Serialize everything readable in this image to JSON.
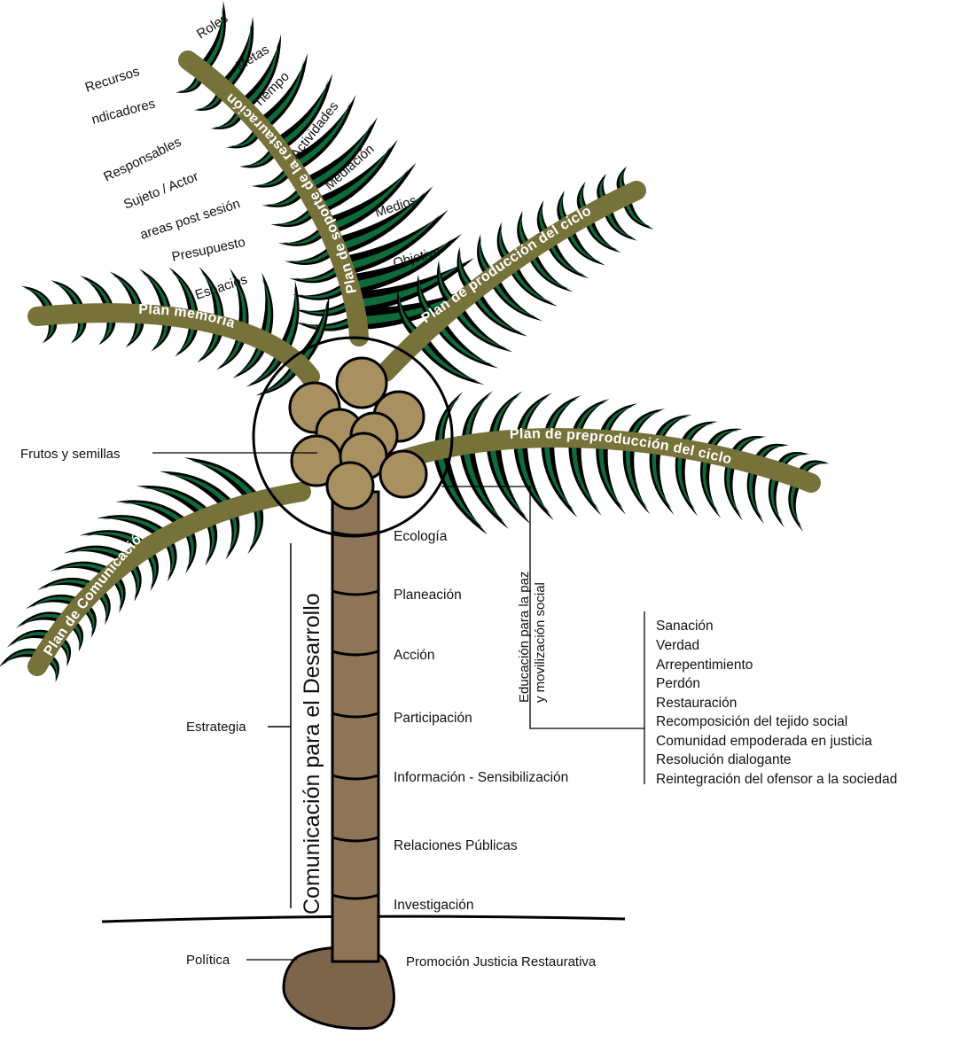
{
  "colors": {
    "leaf_dark": "#000000",
    "leaf_green": "#0f6a3a",
    "branch": "#77713a",
    "fruit": "#a89060",
    "trunk": "#8e7558",
    "root": "#7d654b",
    "text_on_branch": "#ffffff"
  },
  "branches": {
    "support": "Plan de soporte de la restauración",
    "production": "Plan de producción del ciclo",
    "memory": "Plan memoria",
    "preproduction": "Plan de preproducción del ciclo",
    "communication": "Plan de Comunicación"
  },
  "leaves_support": {
    "roles": "Roles",
    "metas": "Metas",
    "recursos": "Recursos",
    "tiempo": "Tiempo",
    "indicadores": "ndicadores",
    "actividades": "Actividades",
    "responsables": "Responsables",
    "mediacion": "Mediación",
    "sujeto": "Sujeto / Actor",
    "areas": "areas post sesión",
    "medios": "Medios",
    "presupuesto": "Presupuesto",
    "objetivo": "Objetivo",
    "espacios": "Espacios"
  },
  "fruits_label": "Frutos y semillas",
  "strategy": {
    "title": "Comunicación para el Desarrollo",
    "label": "Estrategia"
  },
  "trunk_levels": [
    "Ecología",
    "Planeación",
    "Acción",
    "Participación",
    "Información - Sensibilización",
    "Relaciones Públicas",
    "Investigación"
  ],
  "root": {
    "politica": "Política",
    "promocion": "Promoción Justicia Restaurativa"
  },
  "education": {
    "line1": "Educación para la paz",
    "line2": "y movilización social"
  },
  "outcomes": [
    "Sanación",
    "Verdad",
    "Arrepentimiento",
    "Perdón",
    "Restauración",
    "Recomposición del tejido social",
    "Comunidad empoderada en justicia",
    "Resolución dialogante",
    "Reintegración del ofensor a la sociedad"
  ]
}
